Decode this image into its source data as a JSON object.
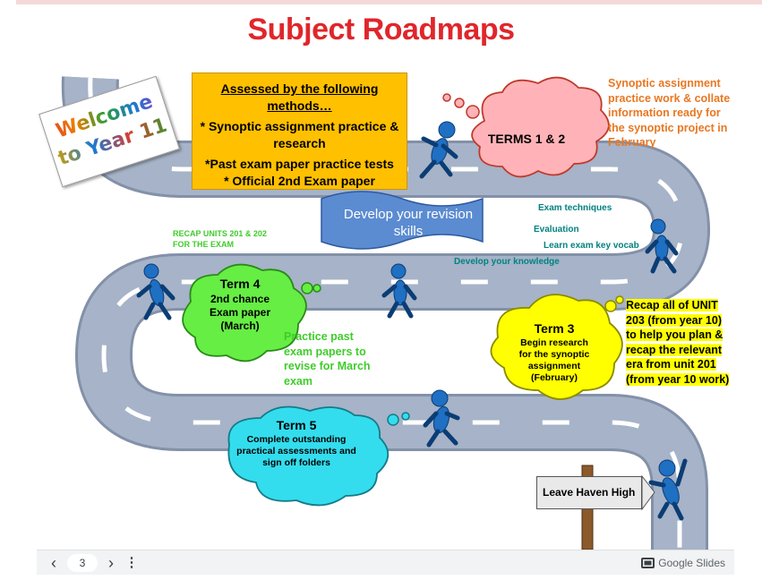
{
  "title": "Subject Roadmaps",
  "welcome": [
    "Welcome",
    "to Year 11"
  ],
  "assessed": {
    "heading": "Assessed by the following methods…",
    "lines": [
      "* Synoptic assignment practice & research",
      "*Past exam paper practice tests",
      "* Official 2nd Exam paper"
    ]
  },
  "terms12": {
    "title": "TERMS 1 & 2"
  },
  "synoptic_note": "Synoptic assignment practice work & collate information ready for the synoptic project in February",
  "banner": "Develop your revision skills",
  "skills": {
    "exam_techniques": "Exam techniques",
    "evaluation": "Evaluation",
    "learn_vocab": "Learn exam key vocab",
    "develop_knowledge": "Develop your knowledge"
  },
  "recap_units": "RECAP UNITS 201 & 202 FOR THE EXAM",
  "term4": {
    "title": "Term 4",
    "lines": [
      "2nd chance",
      "Exam paper",
      "(March)"
    ]
  },
  "practice_note": "Practice past exam papers to revise for March exam",
  "term3": {
    "title": "Term 3",
    "desc": "Begin research for the synoptic assignment (February)"
  },
  "recap_note": "Recap all of UNIT 203 (from year 10) to help you plan & recap the relevant era from unit 201 (from year 10 work)",
  "term5": {
    "title": "Term 5",
    "desc": "Complete outstanding practical assessments and sign off folders"
  },
  "sign": "Leave Haven High",
  "toolbar": {
    "prev": "‹",
    "page": "3",
    "next": "›",
    "more": "⋮",
    "brand": "Google Slides"
  },
  "colors": {
    "title_red": "#e0262b",
    "road": "#a6b3c8",
    "assessed_bg": "#ffc000",
    "terms12_cloud": "#ffb3b8",
    "term4_cloud": "#66ee44",
    "term3_cloud": "#ffff00",
    "term5_cloud": "#33ddee",
    "figure_blue": "#1f6fc2"
  }
}
